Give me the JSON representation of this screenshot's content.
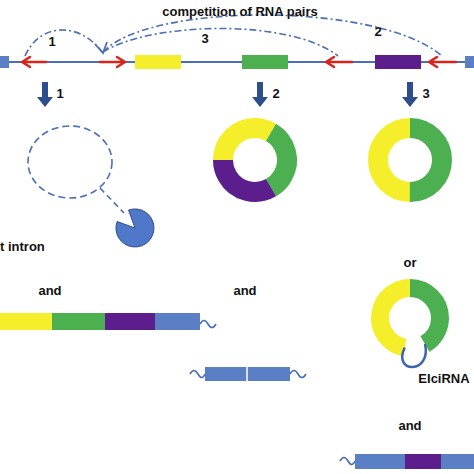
{
  "diagram": {
    "title": "competition of RNA pairs",
    "labels": [
      "1",
      "2",
      "3",
      "1",
      "2",
      "3",
      "t intron",
      "and",
      "and",
      "or",
      "EIciRNA",
      "and"
    ]
  }
}
